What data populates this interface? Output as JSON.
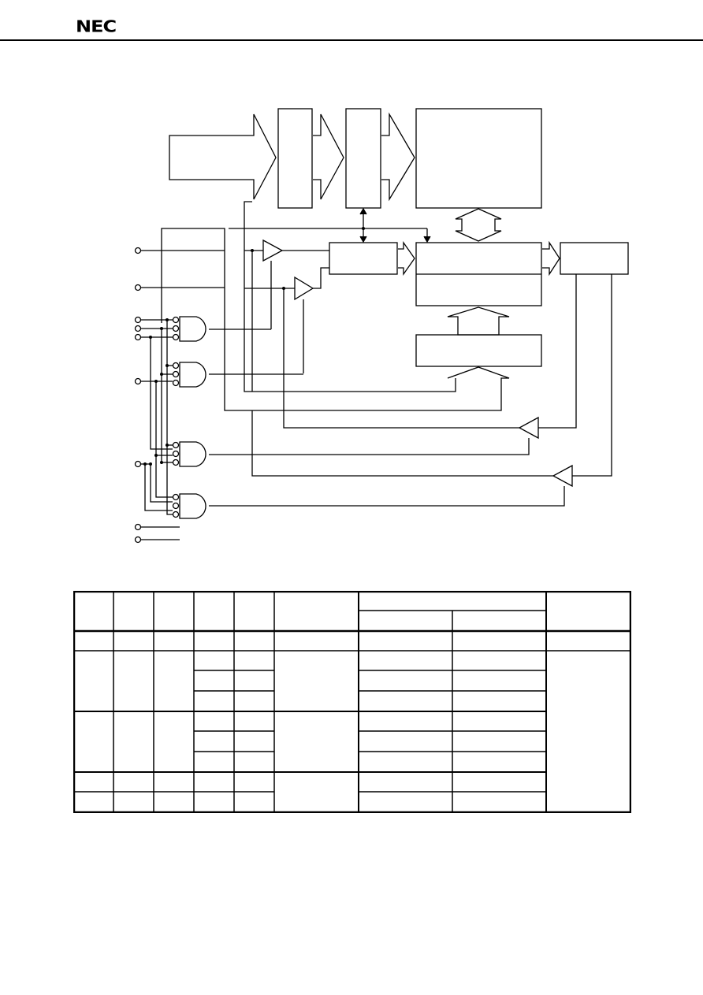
{
  "header": {
    "logo_text": "NEC",
    "logo_alt": "nec-logo"
  },
  "block_diagram": {
    "description_visible_labels": []
  },
  "table": {
    "rows": 9,
    "columns": 9
  }
}
